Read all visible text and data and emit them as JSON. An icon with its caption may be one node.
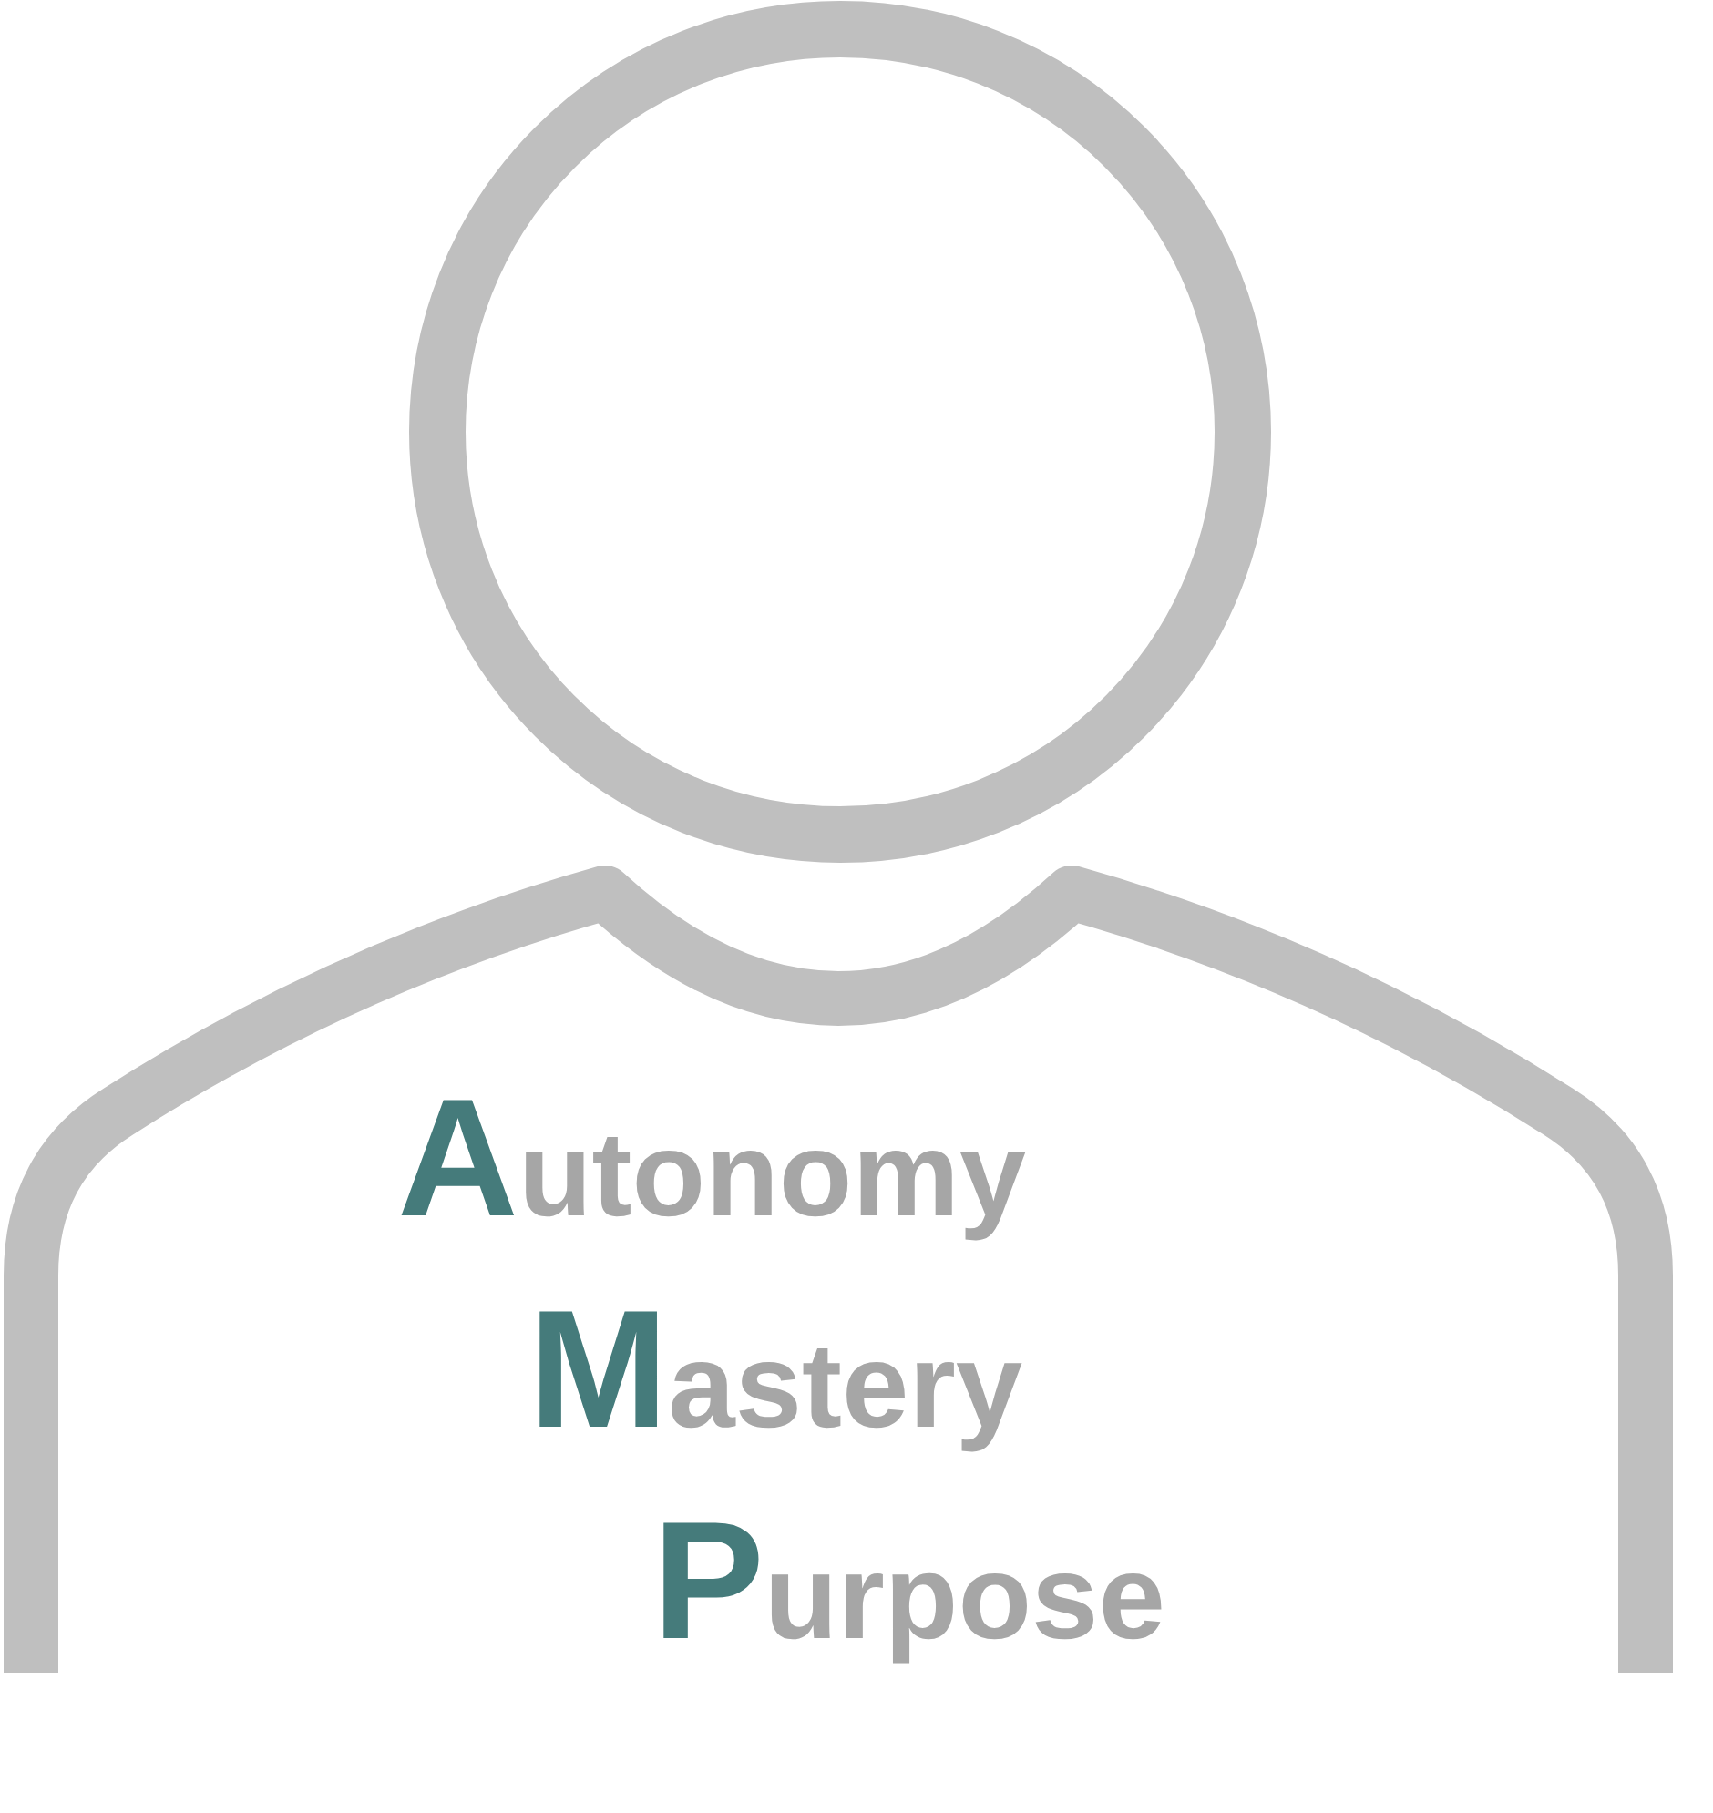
{
  "diagram": {
    "labels": [
      "Autonomy",
      "Mastery",
      "Purpose"
    ]
  }
}
